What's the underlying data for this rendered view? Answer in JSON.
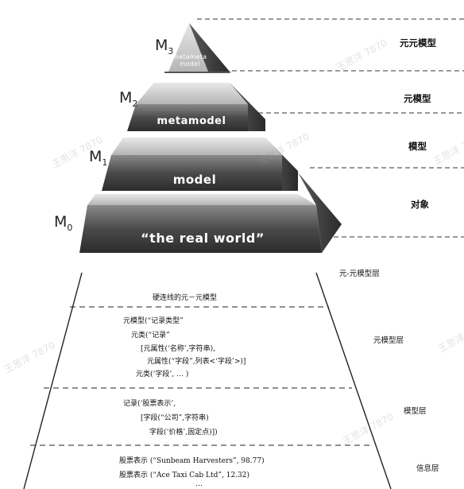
{
  "pyramid": {
    "layers": [
      {
        "id": "m3",
        "label": "M",
        "sub": "3",
        "text": "metameta model",
        "text_line1": "metameta",
        "text_line2": "model",
        "right_label": "元元模型"
      },
      {
        "id": "m2",
        "label": "M",
        "sub": "2",
        "text": "metamodel",
        "right_label": "元模型"
      },
      {
        "id": "m1",
        "label": "M",
        "sub": "1",
        "text": "model",
        "right_label": "模型"
      },
      {
        "id": "m0",
        "label": "M",
        "sub": "0",
        "text": "“the real world”",
        "right_label": "对象"
      }
    ]
  },
  "trapezoid": {
    "layers": [
      {
        "id": "meta-meta",
        "label": "元-元模型层",
        "lines": [
          "硬连线的元－元模型"
        ]
      },
      {
        "id": "meta",
        "label": "元模型层",
        "lines": [
          "元模型(“记录类型”",
          "元类(“记录”",
          "[元属性(‘名称’,字符串),",
          "元属性(“字段”,列表<‘字段’>)]",
          "元类(‘字段’, … )"
        ]
      },
      {
        "id": "model",
        "label": "模型层",
        "lines": [
          "记录(‘股票表示’,",
          "[字段(“公司”,字符串)",
          "字段(‘价格’,固定点)])"
        ]
      },
      {
        "id": "info",
        "label": "信息层",
        "lines": [
          "股票表示 (“Sunbeam Harvesters”, 98.77)",
          "股票表示 (“Ace Taxi Cab Ltd”, 12.32)",
          "…"
        ]
      }
    ]
  },
  "watermark": {
    "text": "王思洋 7870"
  },
  "colors": {
    "pyramid_light": "#a8a8a8",
    "pyramid_dark": "#2a2a2a",
    "line": "#222222"
  }
}
